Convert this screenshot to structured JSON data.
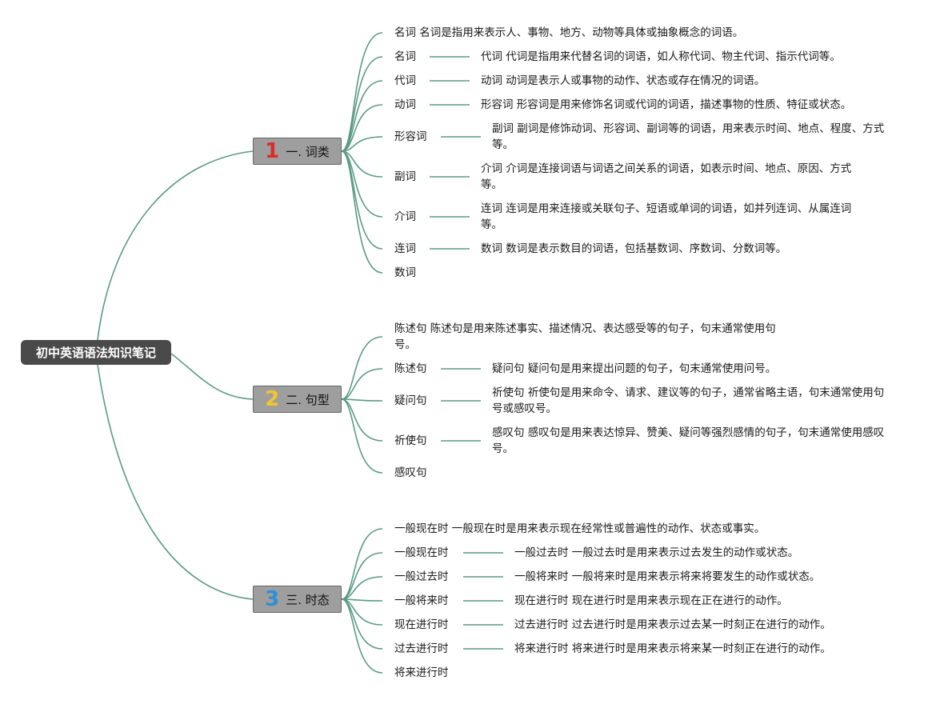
{
  "root": {
    "label": "初中英语语法知识笔记"
  },
  "colors": {
    "edge": "#5a9a85",
    "root_bg": "#4a4a4a",
    "main_bg": "#9e9e9e"
  },
  "branches": [
    {
      "number": "1",
      "number_color": "#e02a2a",
      "label": "一. 词类",
      "header": "名词 名词是指用来表示人、事物、地方、动物等具体或抽象概念的词语。",
      "children": [
        {
          "label": "名词",
          "note": "代词 代词是指用来代替名词的词语，如人称代词、物主代词、指示代词等。"
        },
        {
          "label": "代词",
          "note": "动词 动词是表示人或事物的动作、状态或存在情况的词语。"
        },
        {
          "label": "动词",
          "note": "形容词 形容词是用来修饰名词或代词的词语，描述事物的性质、特征或状态。"
        },
        {
          "label": "形容词",
          "note": "副词 副词是修饰动词、形容词、副词等的词语，用来表示时间、地点、程度、方式等。"
        },
        {
          "label": "副词",
          "note": "介词 介词是连接词语与词语之间关系的词语，如表示时间、地点、原因、方式等。"
        },
        {
          "label": "介词",
          "note": "连词 连词是用来连接或关联句子、短语或单词的词语，如并列连词、从属连词等。"
        },
        {
          "label": "连词",
          "note": "数词 数词是表示数目的词语，包括基数词、序数词、分数词等。"
        },
        {
          "label": "数词",
          "note": ""
        }
      ]
    },
    {
      "number": "2",
      "number_color": "#f2c531",
      "label": "二. 句型",
      "header": "陈述句 陈述句是用来陈述事实、描述情况、表达感受等的句子，句末通常使用句号。",
      "children": [
        {
          "label": "陈述句",
          "note": "疑问句 疑问句是用来提出问题的句子，句末通常使用问号。"
        },
        {
          "label": "疑问句",
          "note": "祈使句 祈使句是用来命令、请求、建议等的句子，通常省略主语，句末通常使用句号或感叹号。"
        },
        {
          "label": "祈使句",
          "note": "感叹句 感叹句是用来表达惊异、赞美、疑问等强烈感情的句子，句末通常使用感叹号。"
        },
        {
          "label": "感叹句",
          "note": ""
        }
      ]
    },
    {
      "number": "3",
      "number_color": "#2d8fd6",
      "label": "三. 时态",
      "header": "一般现在时 一般现在时是用来表示现在经常性或普遍性的动作、状态或事实。",
      "children": [
        {
          "label": "一般现在时",
          "note": "一般过去时 一般过去时是用来表示过去发生的动作或状态。"
        },
        {
          "label": "一般过去时",
          "note": "一般将来时 一般将来时是用来表示将来将要发生的动作或状态。"
        },
        {
          "label": "一般将来时",
          "note": "现在进行时 现在进行时是用来表示现在正在进行的动作。"
        },
        {
          "label": "现在进行时",
          "note": "过去进行时 过去进行时是用来表示过去某一时刻正在进行的动作。"
        },
        {
          "label": "过去进行时",
          "note": "将来进行时 将来进行时是用来表示将来某一时刻正在进行的动作。"
        },
        {
          "label": "将来进行时",
          "note": ""
        }
      ]
    }
  ]
}
